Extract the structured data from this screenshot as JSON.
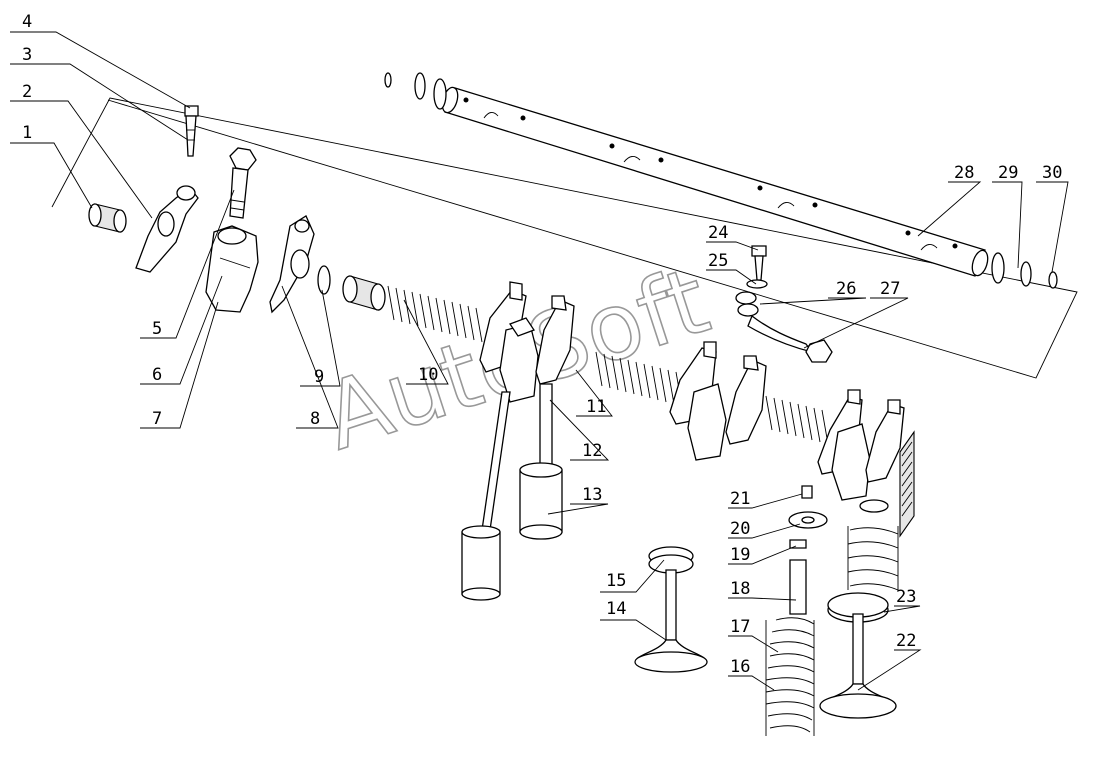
{
  "watermark": "AutoSoft",
  "callouts": [
    "1",
    "2",
    "3",
    "4",
    "5",
    "6",
    "7",
    "8",
    "9",
    "10",
    "11",
    "12",
    "13",
    "14",
    "15",
    "16",
    "17",
    "18",
    "19",
    "20",
    "21",
    "22",
    "23",
    "24",
    "25",
    "26",
    "27",
    "28",
    "29",
    "30"
  ],
  "colors": {
    "line": "#000000",
    "background": "#ffffff",
    "shade": "#e6e6e6"
  }
}
